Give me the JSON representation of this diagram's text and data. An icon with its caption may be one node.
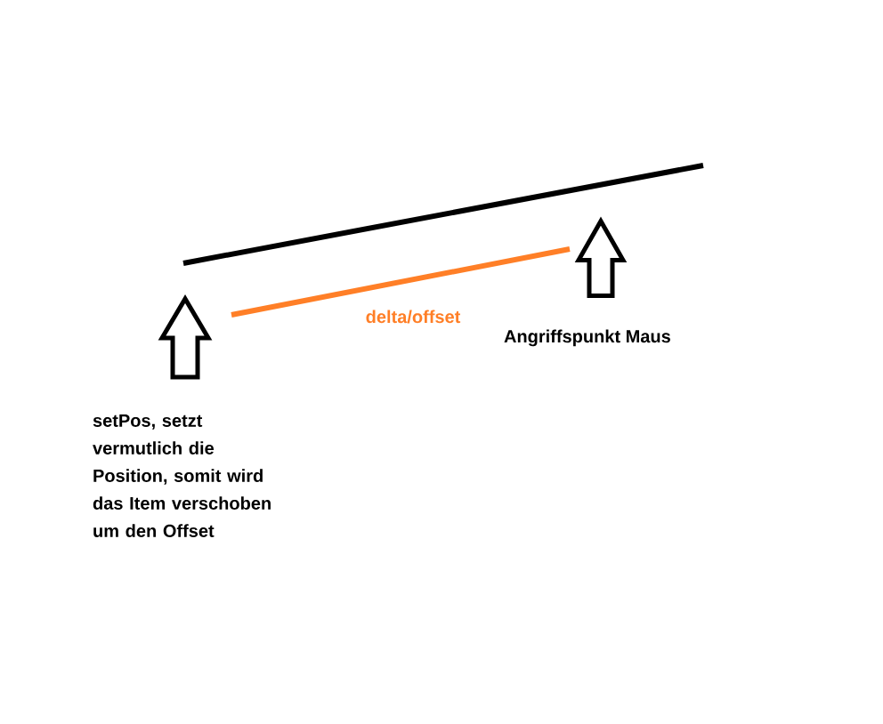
{
  "diagram": {
    "nodes": [
      {
        "text": [
          "setPos, setzt vermutlich die Position, somit wird das Item verschoben um den Offset"
        ]
      },
      {
        "text": [
          "Angriffspunkt Maus"
        ]
      }
    ],
    "edges": [
      {
        "from": 0,
        "to": null,
        "arrow": "to"
      },
      {
        "from": 1,
        "to": null,
        "arrow": "to"
      }
    ],
    "labels": [
      "delta/offset"
    ]
  }
}
